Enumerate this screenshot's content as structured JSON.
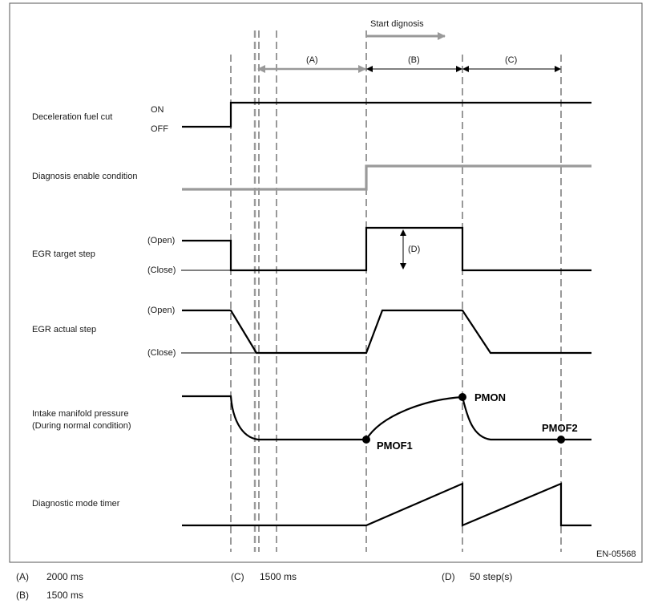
{
  "header": {
    "start_diagnosis": "Start dignosis"
  },
  "intervals": {
    "a": "(A)",
    "b": "(B)",
    "c": "(C)",
    "d": "(D)"
  },
  "signals": {
    "decel_fuel_cut": {
      "label": "Deceleration fuel cut",
      "on": "ON",
      "off": "OFF"
    },
    "diag_enable": {
      "label": "Diagnosis enable condition"
    },
    "egr_target": {
      "label": "EGR target step",
      "open": "(Open)",
      "close": "(Close)"
    },
    "egr_actual": {
      "label": "EGR actual step",
      "open": "(Open)",
      "close": "(Close)"
    },
    "intake_pressure": {
      "label_line1": "Intake manifold pressure",
      "label_line2": "(During normal condition)"
    },
    "diag_timer": {
      "label": "Diagnostic mode timer"
    }
  },
  "points": {
    "pmof1": "PMOF1",
    "pmon": "PMON",
    "pmof2": "PMOF2"
  },
  "figure_id": "EN-05568",
  "legend": [
    {
      "key": "(A)",
      "value": "2000 ms"
    },
    {
      "key": "(B)",
      "value": "1500 ms"
    },
    {
      "key": "(C)",
      "value": "1500 ms"
    },
    {
      "key": "(D)",
      "value": "50 step(s)"
    }
  ],
  "colors": {
    "line": "#000000",
    "gray_signal": "#9a9a9a",
    "frame": "#555555"
  }
}
